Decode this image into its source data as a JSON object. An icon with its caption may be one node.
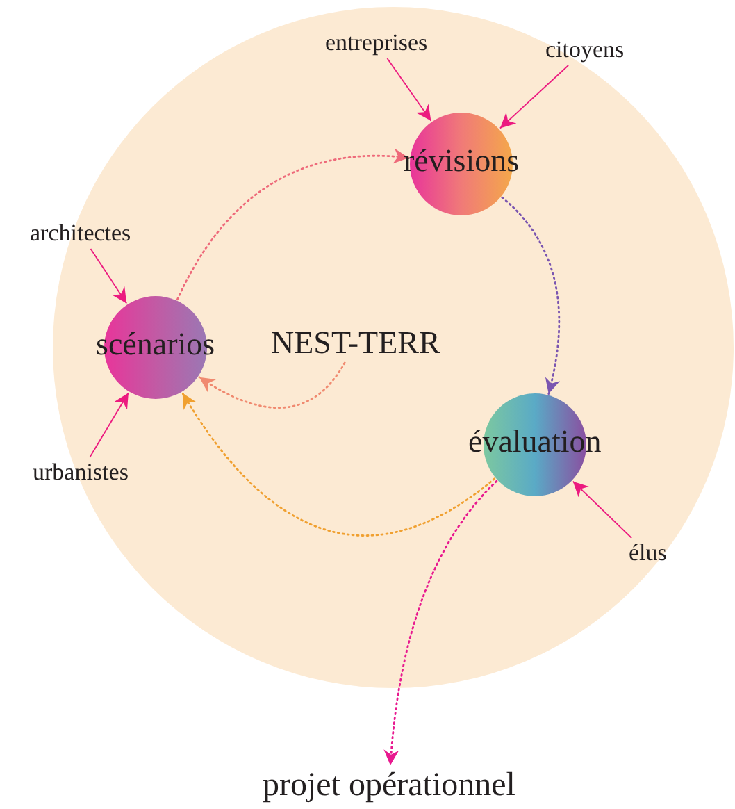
{
  "diagram": {
    "nodes": [
      {
        "text": [],
        "shape": "circle"
      },
      {
        "text": [
          "entreprises"
        ],
        "in": 0
      },
      {
        "text": [
          "citoyens"
        ],
        "in": 0
      },
      {
        "text": [
          "révisions"
        ],
        "in": 0
      },
      {
        "text": [
          "architectes"
        ]
      },
      {
        "text": [
          "scénarios"
        ],
        "in": 0
      },
      {
        "text": [
          "NEST-TERR"
        ],
        "in": 0
      },
      {
        "text": [
          "évaluation"
        ],
        "in": 0
      },
      {
        "text": [
          "urbanistes"
        ]
      },
      {
        "text": [
          "élus"
        ],
        "in": 0
      },
      {
        "text": [
          "projet opérationnel"
        ]
      }
    ],
    "edges": [
      {
        "from": 1,
        "to": 3,
        "arrow": "to"
      },
      {
        "from": 2,
        "to": 3,
        "arrow": "to"
      },
      {
        "from": 5,
        "to": 3,
        "arrow": "to",
        "style": "dashed",
        "color": "#ee6a7a"
      },
      {
        "from": 3,
        "to": 7,
        "arrow": "to",
        "style": "dashed",
        "color": "#7a55b0"
      },
      {
        "from": 4,
        "to": 5,
        "arrow": "to"
      },
      {
        "from": 8,
        "to": 5,
        "arrow": "to"
      },
      {
        "from": 6,
        "to": 5,
        "arrow": "to",
        "style": "dashed",
        "color": "#f08a70"
      },
      {
        "from": 7,
        "to": 5,
        "arrow": "to",
        "style": "dashed",
        "color": "#f0a030"
      },
      {
        "from": 9,
        "to": 7,
        "arrow": "to"
      },
      {
        "from": 7,
        "to": 10,
        "arrow": "to",
        "style": "dashed",
        "color": "#e8198f"
      }
    ]
  }
}
